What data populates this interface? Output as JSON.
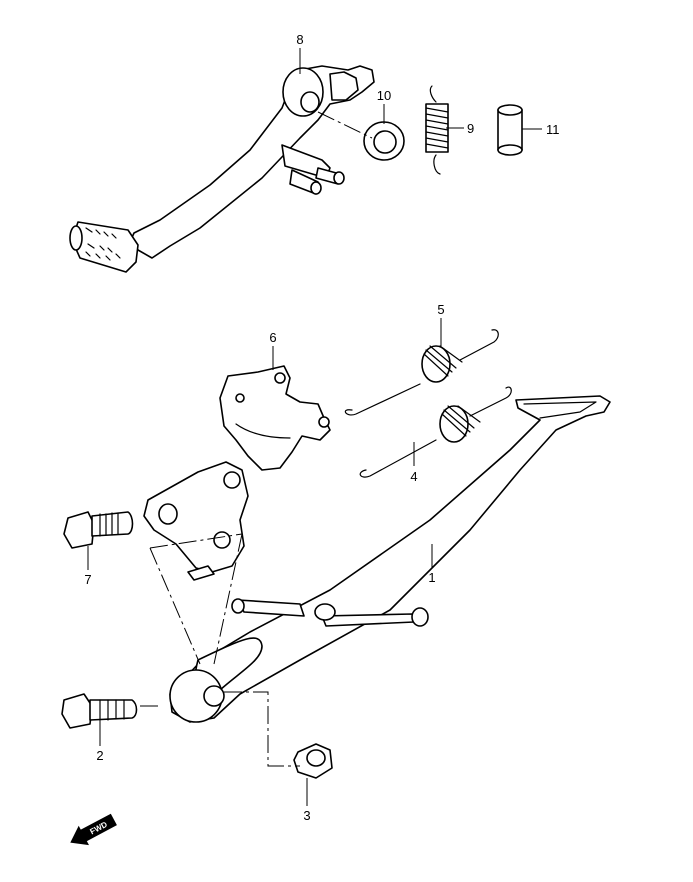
{
  "diagram": {
    "callouts": [
      {
        "id": "1",
        "label": "1"
      },
      {
        "id": "2",
        "label": "2"
      },
      {
        "id": "3",
        "label": "3"
      },
      {
        "id": "4",
        "label": "4"
      },
      {
        "id": "5",
        "label": "5"
      },
      {
        "id": "6",
        "label": "6"
      },
      {
        "id": "7",
        "label": "7"
      },
      {
        "id": "8",
        "label": "8"
      },
      {
        "id": "9",
        "label": "9"
      },
      {
        "id": "10",
        "label": "10"
      },
      {
        "id": "11",
        "label": "11"
      }
    ],
    "direction_marker": {
      "label": "FWD",
      "icon": "fwd-arrow-icon"
    },
    "colors": {
      "line": "#000000",
      "background": "#ffffff"
    }
  }
}
